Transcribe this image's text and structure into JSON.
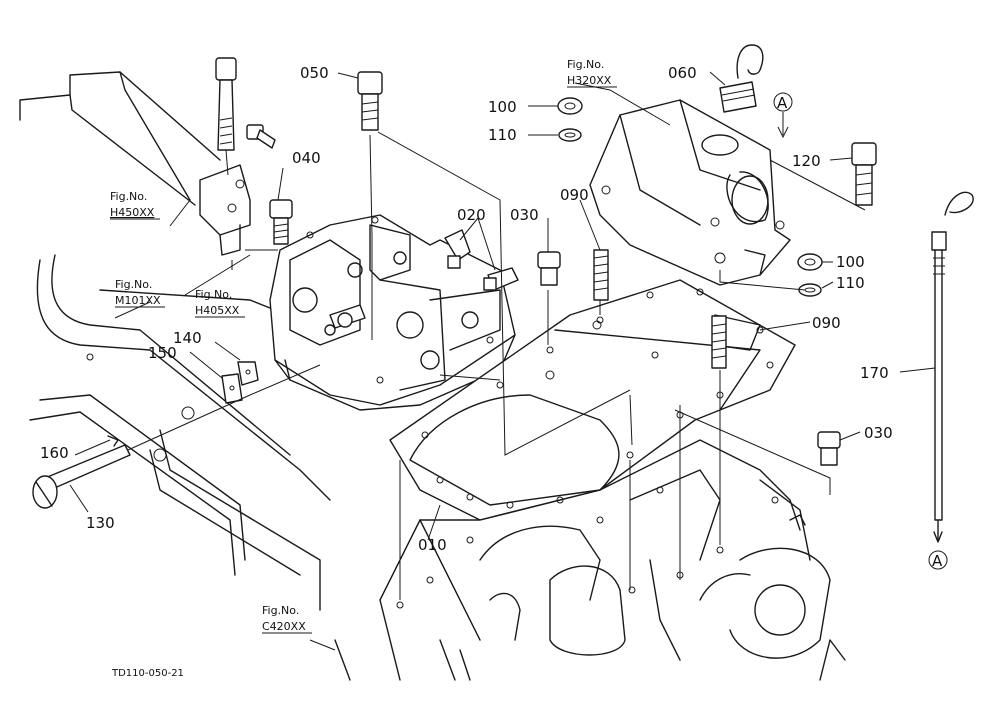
{
  "figure_refs": [
    {
      "line1": "Fig.No.",
      "line2": "H450XX"
    },
    {
      "line1": "Fig.No.",
      "line2": "M101XX"
    },
    {
      "line1": "Fig.No.",
      "line2": "H405XX"
    },
    {
      "line1": "Fig.No.",
      "line2": "H320XX"
    },
    {
      "line1": "Fig.No.",
      "line2": "C420XX"
    }
  ],
  "part_labels": [
    "050",
    "040",
    "020",
    "030",
    "090",
    "100",
    "110",
    "060",
    "120",
    "100",
    "110",
    "090",
    "170",
    "030",
    "140",
    "150",
    "160",
    "130",
    "010"
  ],
  "markers": [
    "A",
    "A"
  ],
  "drawing_code": "TD110-050-21"
}
